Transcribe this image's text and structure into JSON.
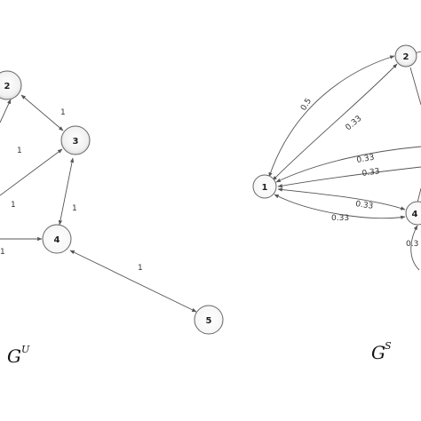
{
  "graphs": {
    "left": {
      "caption": "G",
      "caption_sup": "U",
      "nodes": {
        "n2": "2",
        "n3": "3",
        "n4": "4",
        "n5": "5"
      },
      "edge_labels": {
        "e2_3": "1",
        "e1_3": "1",
        "e1_2": "1",
        "e3_4": "1",
        "e1_4": "1",
        "e4_5": "1"
      }
    },
    "right": {
      "caption": "G",
      "caption_sup": "S",
      "nodes": {
        "n1": "1",
        "n2": "2",
        "n4": "4"
      },
      "edge_labels": {
        "e1_2_outer": "0.5",
        "e1_2_inner": "0.33",
        "e1_3_upper": "0.33",
        "e1_3_lower": "0.33",
        "e1_4_upper": "0.33",
        "e1_4_lower": "0.33",
        "e4_loop": "0.3"
      }
    }
  },
  "colors": {
    "edge": "#555555",
    "node_fill_center": "#ffffff",
    "node_fill_edge": "#d9d9d9",
    "node_stroke": "#666666"
  }
}
